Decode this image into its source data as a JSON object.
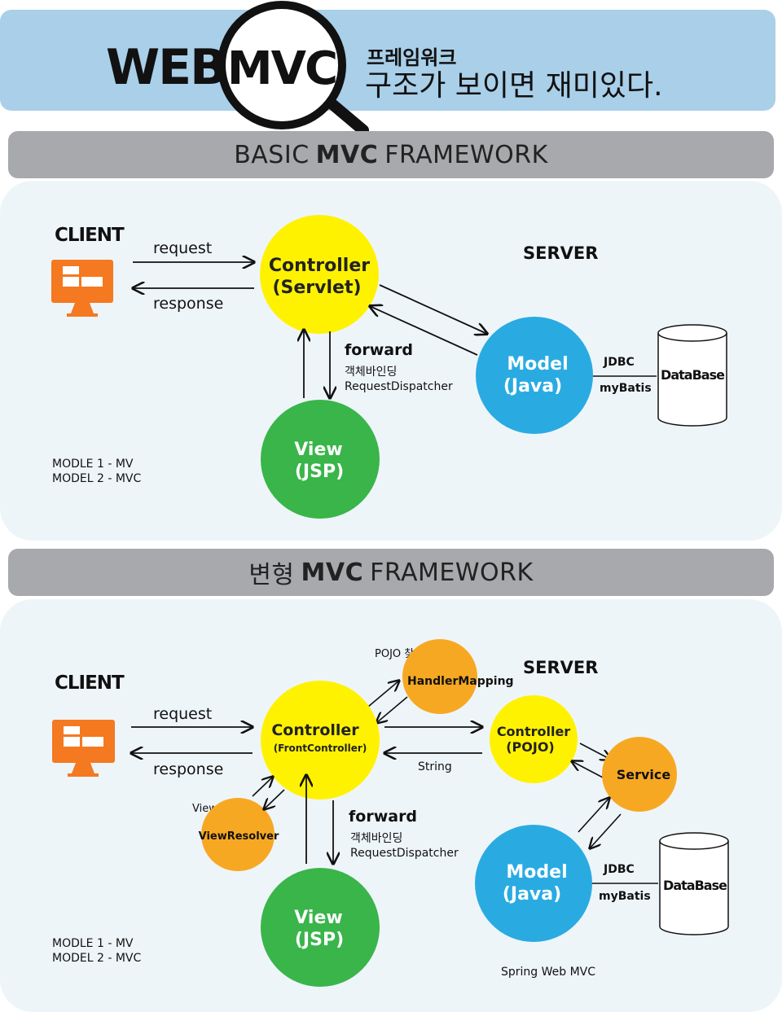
{
  "header": {
    "logo_web": "WEB",
    "logo_mvc": "MVC",
    "subtitle_top": "프레임워크",
    "subtitle_main": "구조가 보이면 재미있다."
  },
  "basic": {
    "bar_prefix": "BASIC",
    "bar_bold": "MVC",
    "bar_suffix": "FRAMEWORK",
    "client": "CLIENT",
    "server": "SERVER",
    "request": "request",
    "response": "response",
    "controller_l1": "Controller",
    "controller_l2": "(Servlet)",
    "model_l1": "Model",
    "model_l2": "(Java)",
    "view_l1": "View",
    "view_l2": "(JSP)",
    "forward": "forward",
    "forward_sub1": "객체바인딩",
    "forward_sub2": "RequestDispatcher",
    "jdbc": "JDBC",
    "mybatis": "myBatis",
    "database": "DataBase",
    "note1": "MODLE 1 - MV",
    "note2": "MODEL 2 - MVC"
  },
  "variant": {
    "bar_prefix": "변형",
    "bar_bold": "MVC",
    "bar_suffix": "FRAMEWORK",
    "client": "CLIENT",
    "server": "SERVER",
    "request": "request",
    "response": "response",
    "controller_l1": "Controller",
    "controller_l2": "(FrontController)",
    "handler_caption": "POJO 찾기",
    "handler": "HandlerMapping",
    "pojo_l1": "Controller",
    "pojo_l2": "(POJO)",
    "string_label": "String",
    "service": "Service",
    "viewres_caption": "View 찾기",
    "viewres": "ViewResolver",
    "forward": "forward",
    "forward_sub1": "객체바인딩",
    "forward_sub2": "RequestDispatcher",
    "model_l1": "Model",
    "model_l2": "(Java)",
    "view_l1": "View",
    "view_l2": "(JSP)",
    "jdbc": "JDBC",
    "mybatis": "myBatis",
    "database": "DataBase",
    "note1": "MODLE 1 - MV",
    "note2": "MODEL 2 - MVC",
    "footer": "Spring Web MVC"
  },
  "colors": {
    "header_bg": "#a9cfe9",
    "bar_bg": "#a7a9ac",
    "panel_bg": "#eef5f9",
    "controller_yellow": "#fff200",
    "model_blue": "#29abe2",
    "view_green": "#39b54a",
    "helper_orange": "#f7a823",
    "client_orange": "#f47920"
  }
}
